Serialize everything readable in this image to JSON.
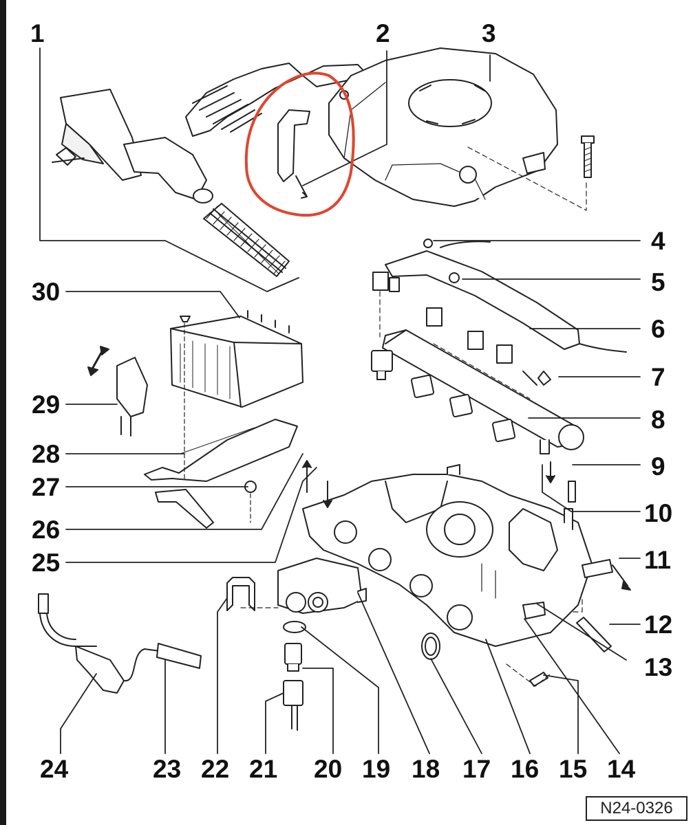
{
  "diagram": {
    "callouts": [
      {
        "id": "c1",
        "text": "1"
      },
      {
        "id": "c2",
        "text": "2"
      },
      {
        "id": "c3",
        "text": "3"
      },
      {
        "id": "c4",
        "text": "4"
      },
      {
        "id": "c5",
        "text": "5"
      },
      {
        "id": "c6",
        "text": "6"
      },
      {
        "id": "c7",
        "text": "7"
      },
      {
        "id": "c8",
        "text": "8"
      },
      {
        "id": "c9",
        "text": "9"
      },
      {
        "id": "c10",
        "text": "10"
      },
      {
        "id": "c11",
        "text": "11"
      },
      {
        "id": "c12",
        "text": "12"
      },
      {
        "id": "c13",
        "text": "13"
      },
      {
        "id": "c14",
        "text": "14"
      },
      {
        "id": "c15",
        "text": "15"
      },
      {
        "id": "c16",
        "text": "16"
      },
      {
        "id": "c17",
        "text": "17"
      },
      {
        "id": "c18",
        "text": "18"
      },
      {
        "id": "c19",
        "text": "19"
      },
      {
        "id": "c20",
        "text": "20"
      },
      {
        "id": "c21",
        "text": "21"
      },
      {
        "id": "c22",
        "text": "22"
      },
      {
        "id": "c23",
        "text": "23"
      },
      {
        "id": "c24",
        "text": "24"
      },
      {
        "id": "c25",
        "text": "25"
      },
      {
        "id": "c26",
        "text": "26"
      },
      {
        "id": "c27",
        "text": "27"
      },
      {
        "id": "c28",
        "text": "28"
      },
      {
        "id": "c29",
        "text": "29"
      },
      {
        "id": "c30",
        "text": "30"
      }
    ],
    "diagram_id": "N24-0326",
    "highlight_color": "#e0452e",
    "line_color": "#222222"
  }
}
